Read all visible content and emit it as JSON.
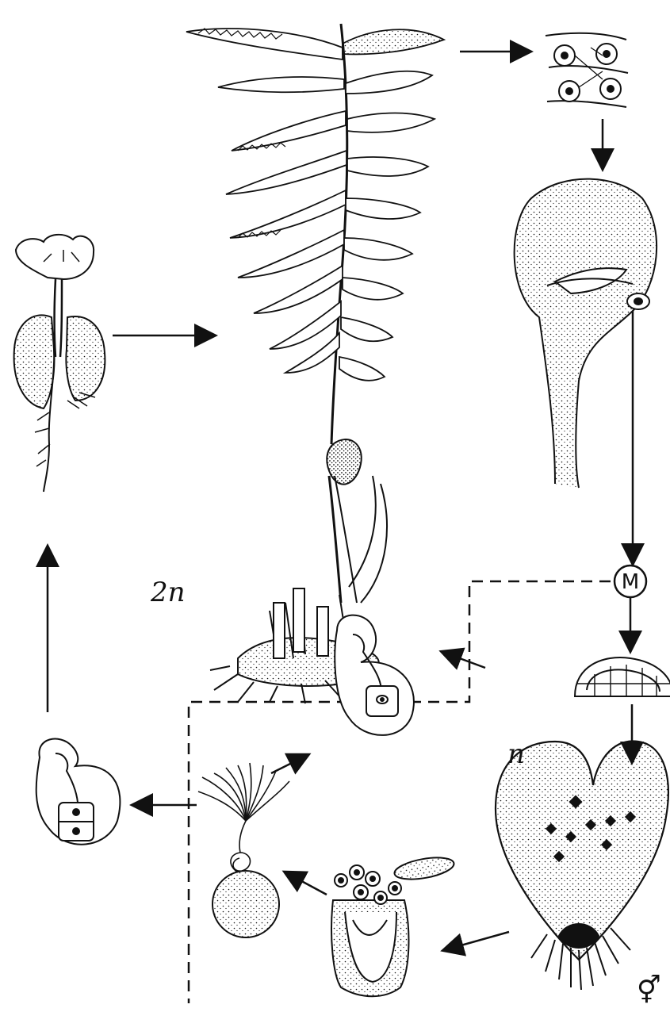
{
  "labels": {
    "diploid": "2n",
    "haploid": "n",
    "meiosis": "M",
    "bisexual": "⚥"
  },
  "colors": {
    "ink": "#111111",
    "background": "#ffffff"
  },
  "stages": [
    "sporophyte-fern-frond",
    "sori-with-sporangia",
    "sporangium",
    "meiosis",
    "spore",
    "prothallus-gametophyte",
    "archegonium",
    "antheridium",
    "spermatozoid",
    "zygote",
    "young-sporophyte"
  ]
}
